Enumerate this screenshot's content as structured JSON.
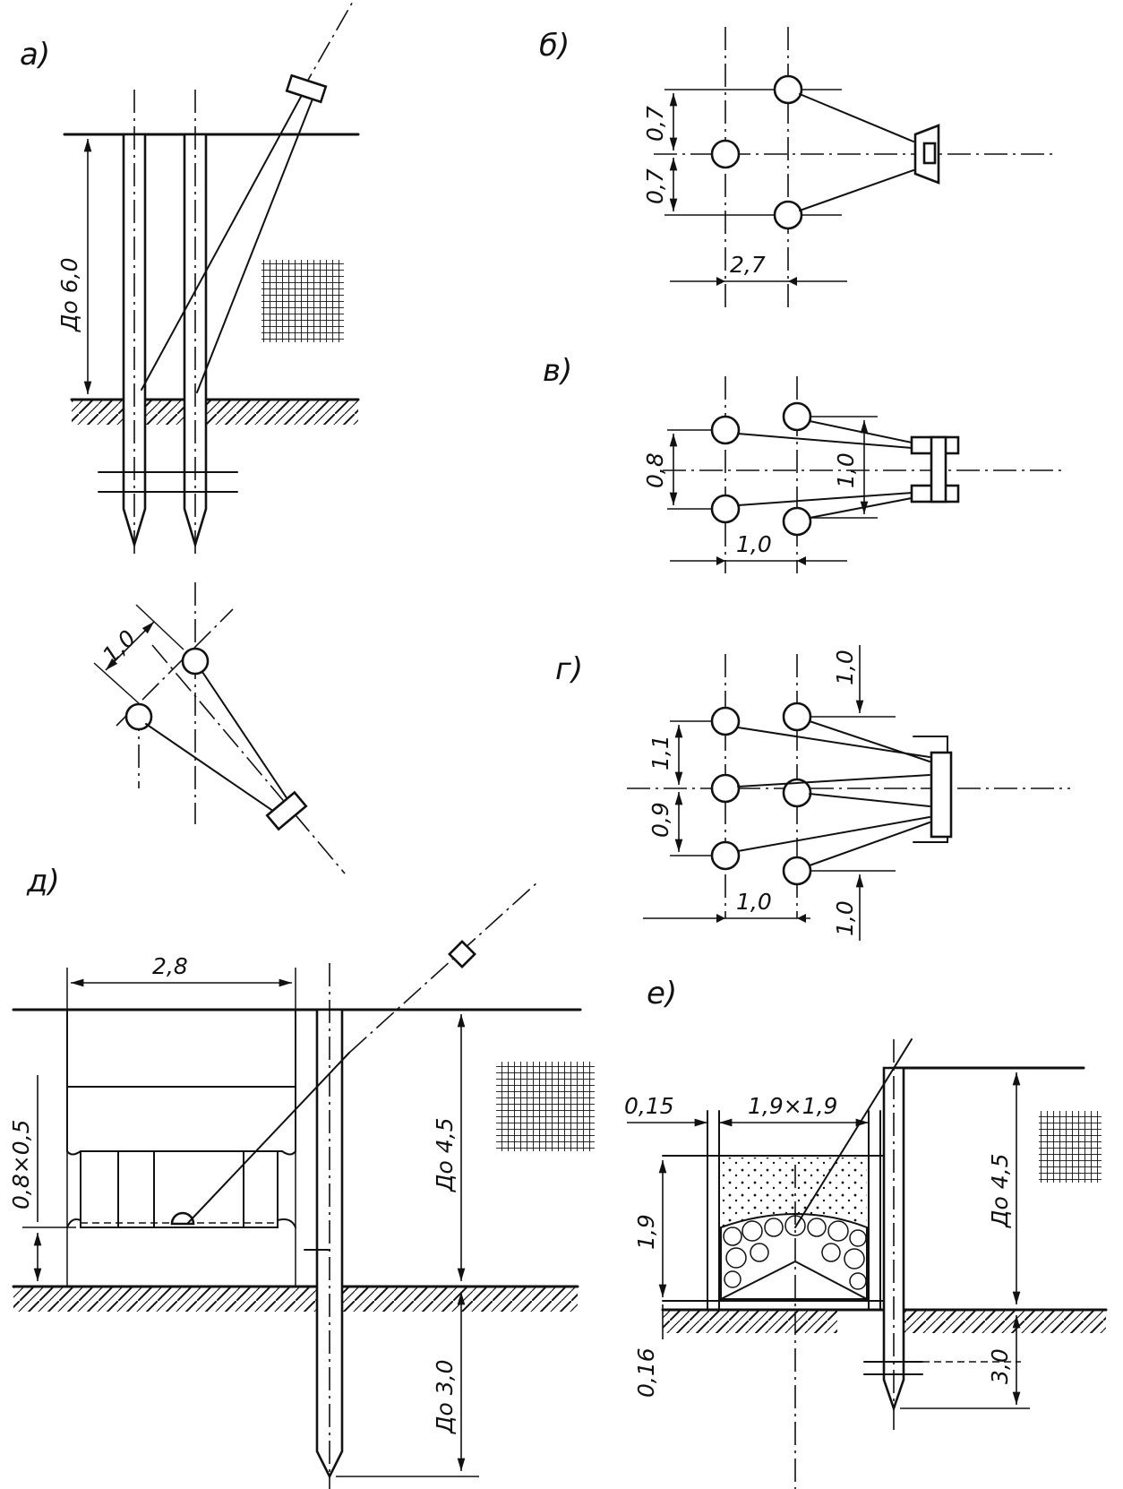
{
  "panels": {
    "a": {
      "label": "а)",
      "dim_height": "До 6,0",
      "dim_spacing": "1,0"
    },
    "b": {
      "label": "б)",
      "dim_top": "0,7",
      "dim_bottom": "0,7",
      "dim_width": "2,7"
    },
    "v": {
      "label": "в)",
      "dim_left": "0,8",
      "dim_right": "1,0",
      "dim_width": "1,0"
    },
    "g": {
      "label": "г)",
      "dim_left_top": "1,1",
      "dim_left_bottom": "0,9",
      "dim_right_top": "1,0",
      "dim_right_bottom": "1,0",
      "dim_width": "1,0"
    },
    "d": {
      "label": "д)",
      "dim_width": "2,8",
      "dim_block": "0,8×0,5",
      "dim_above": "До 4,5",
      "dim_below": "До 3,0"
    },
    "e": {
      "label": "е)",
      "dim_wall": "0,15",
      "dim_box": "1,9×1,9",
      "dim_height": "1,9",
      "dim_base": "0,16",
      "dim_above": "До 4,5",
      "dim_below": "3,0"
    }
  },
  "colors": {
    "ink": "#111111",
    "paper": "#ffffff"
  }
}
